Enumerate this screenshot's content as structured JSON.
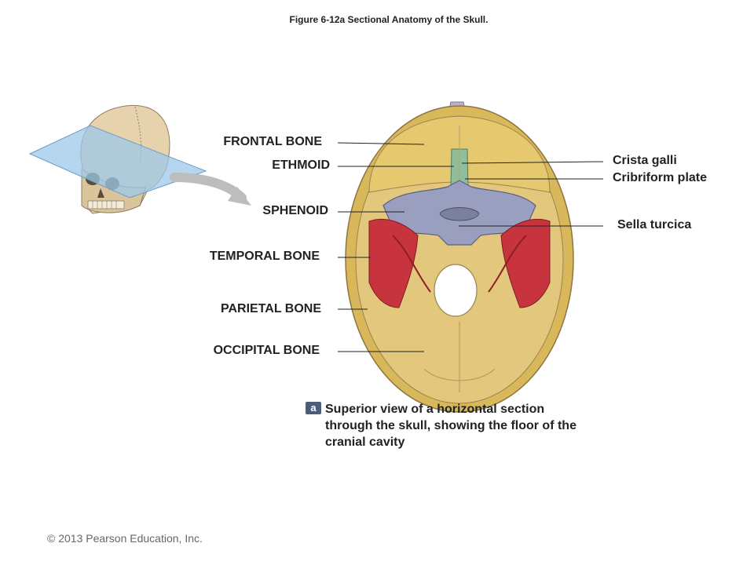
{
  "title": "Figure 6-12a  Sectional Anatomy of the Skull.",
  "left_labels": [
    {
      "id": "frontal",
      "text": "FRONTAL BONE"
    },
    {
      "id": "ethmoid",
      "text": "ETHMOID"
    },
    {
      "id": "sphenoid",
      "text": "SPHENOID"
    },
    {
      "id": "temporal",
      "text": "TEMPORAL BONE"
    },
    {
      "id": "parietal",
      "text": "PARIETAL BONE"
    },
    {
      "id": "occipital",
      "text": "OCCIPITAL BONE"
    }
  ],
  "right_labels": [
    {
      "id": "crista",
      "text": "Crista galli"
    },
    {
      "id": "cribriform",
      "text": "Cribriform plate"
    },
    {
      "id": "sella",
      "text": "Sella turcica"
    }
  ],
  "caption": {
    "badge": "a",
    "text": "Superior view of a horizontal section through the skull, showing the floor of the cranial cavity"
  },
  "copyright": "© 2013 Pearson Education, Inc.",
  "colors": {
    "frontal": "#e0c068",
    "sphenoid": "#9a9fc0",
    "temporal": "#c8343e",
    "ethmoid": "#8fbf9a",
    "plane": "#9cc8e8",
    "skull": "#e6d3ad",
    "badge": "#4a5d7a"
  }
}
